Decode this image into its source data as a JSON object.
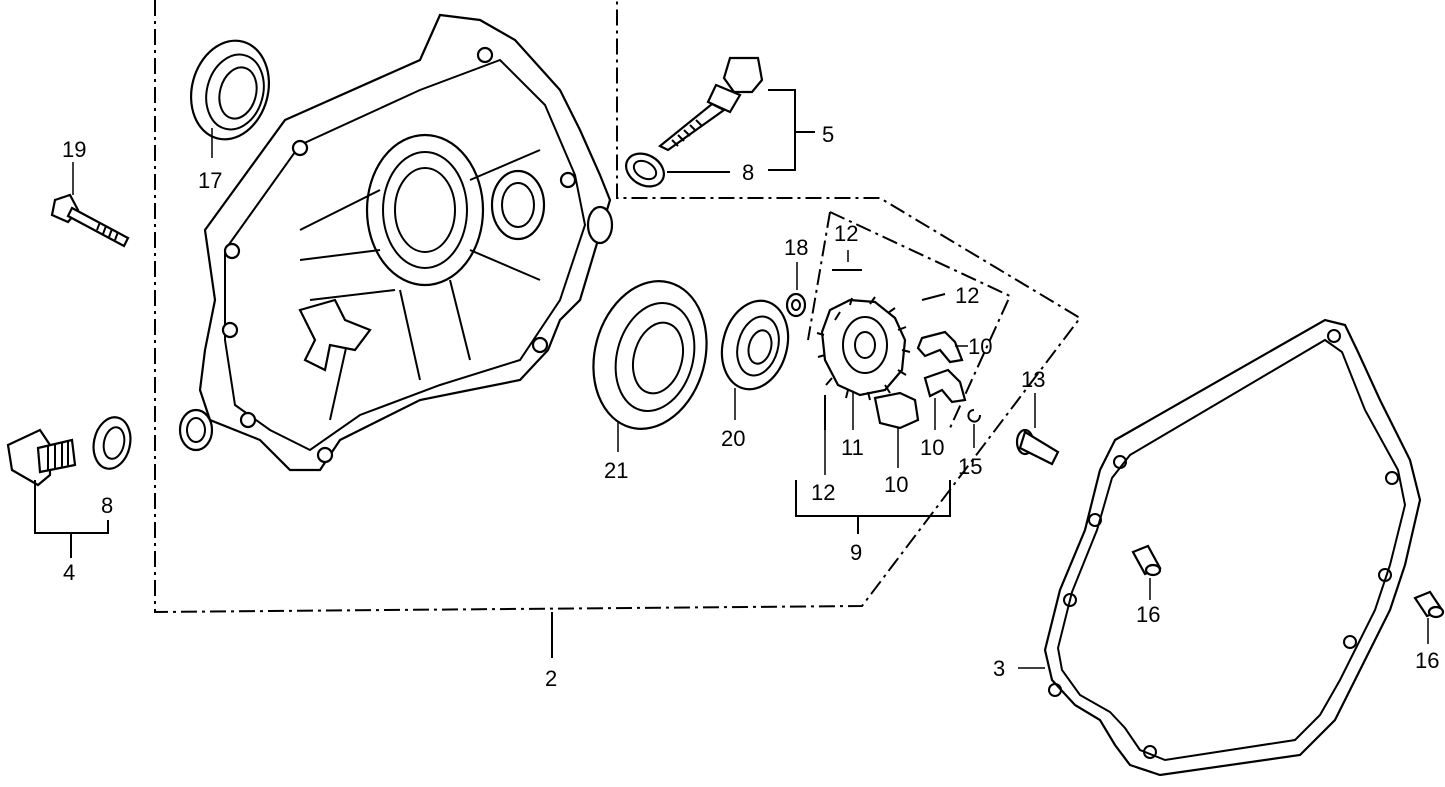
{
  "diagram": {
    "labels": {
      "l19": "19",
      "l17": "17",
      "l5": "5",
      "l8a": "8",
      "l8b": "8",
      "l4": "4",
      "l18": "18",
      "l12a": "12",
      "l12b": "12",
      "l12c": "12",
      "l10a": "10",
      "l10b": "10",
      "l10c": "10",
      "l11": "11",
      "l15": "15",
      "l13": "13",
      "l21": "21",
      "l20": "20",
      "l9": "9",
      "l2": "2",
      "l3": "3",
      "l16a": "16",
      "l16b": "16"
    }
  }
}
